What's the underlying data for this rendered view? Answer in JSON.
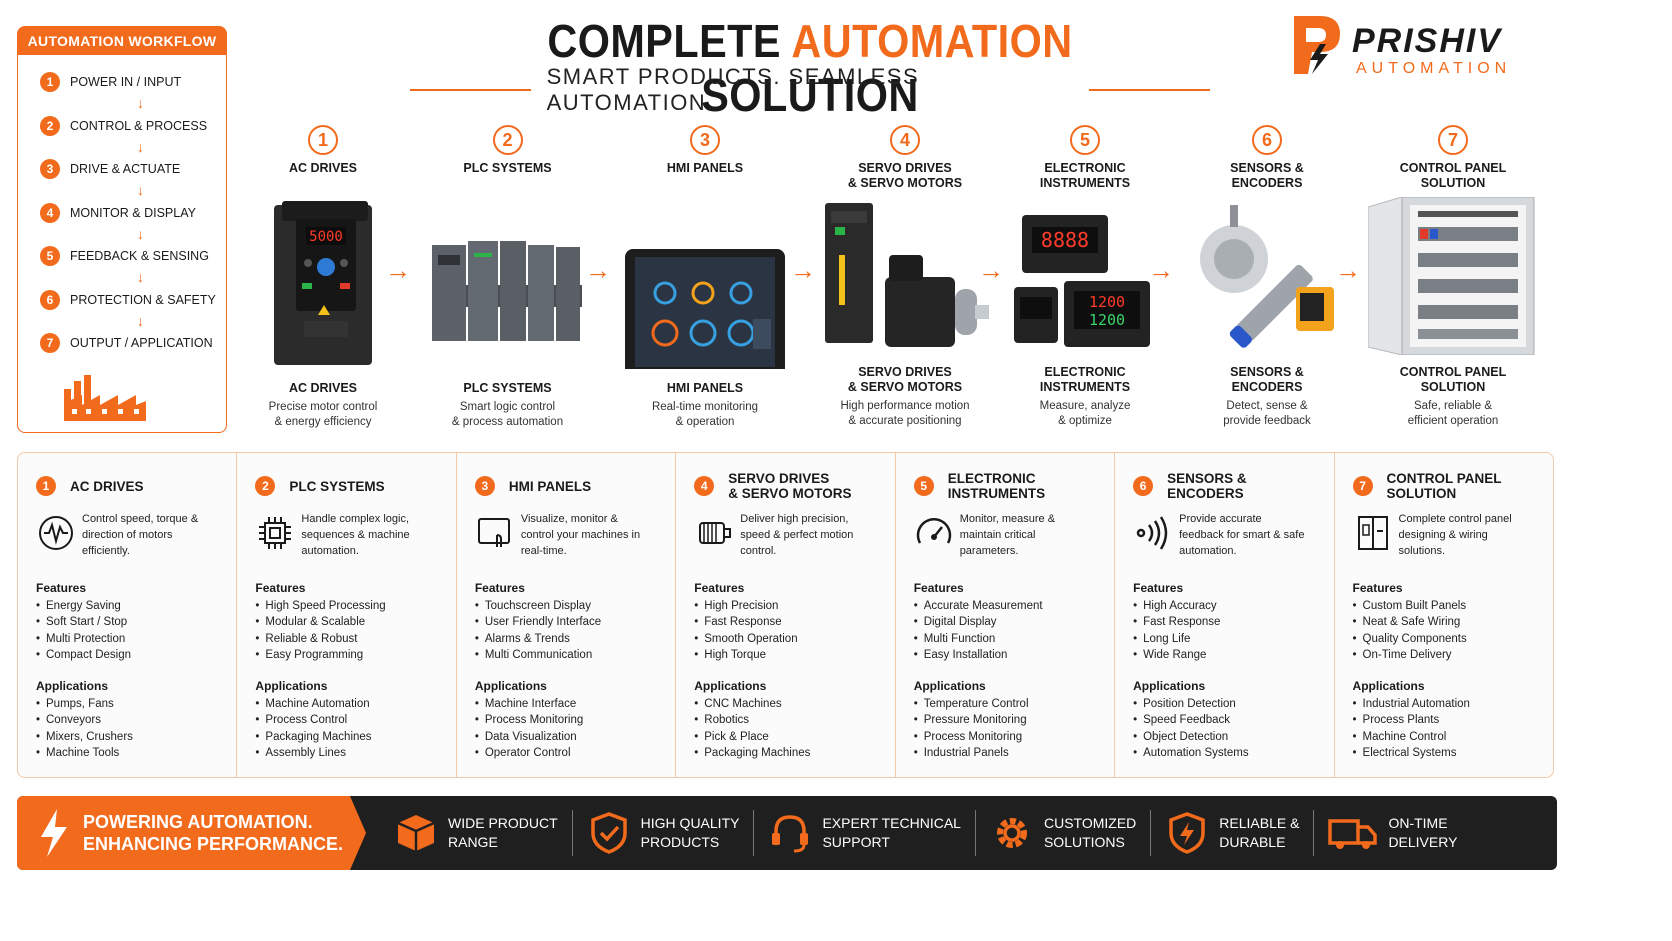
{
  "workflow": {
    "title": "AUTOMATION WORKFLOW",
    "steps": [
      {
        "num": "1",
        "label": "POWER IN / INPUT"
      },
      {
        "num": "2",
        "label": "CONTROL & PROCESS"
      },
      {
        "num": "3",
        "label": "DRIVE & ACTUATE"
      },
      {
        "num": "4",
        "label": "MONITOR & DISPLAY"
      },
      {
        "num": "5",
        "label": "FEEDBACK & SENSING"
      },
      {
        "num": "6",
        "label": "PROTECTION & SAFETY"
      },
      {
        "num": "7",
        "label": "OUTPUT / APPLICATION"
      }
    ],
    "arrow": "↓",
    "icon": "factory-icon"
  },
  "header": {
    "title_part1": "COMPLETE ",
    "title_part2": "AUTOMATION",
    "title_part3": " SOLUTION",
    "subtitle": "SMART PRODUCTS. SEAMLESS AUTOMATION."
  },
  "logo": {
    "brand": "PRISHIV",
    "sub": "AUTOMATION"
  },
  "colors": {
    "accent": "#f26a1b",
    "dark": "#1f1f1f",
    "border": "#f3c9a8"
  },
  "products": [
    {
      "num": "1",
      "title": "AC DRIVES",
      "name": "AC DRIVES",
      "desc": "Precise motor control\n& energy efficiency",
      "display": "5000"
    },
    {
      "num": "2",
      "title": "PLC SYSTEMS",
      "name": "PLC SYSTEMS",
      "desc": "Smart logic control\n& process automation",
      "brandmark": ""
    },
    {
      "num": "3",
      "title": "HMI PANELS",
      "name": "HMI PANELS",
      "desc": "Real-time monitoring\n& operation"
    },
    {
      "num": "4",
      "title": "SERVO DRIVES\n& SERVO MOTORS",
      "name": "SERVO DRIVES\n& SERVO MOTORS",
      "desc": "High performance motion\n& accurate positioning"
    },
    {
      "num": "5",
      "title": "ELECTRONIC\nINSTRUMENTS",
      "name": "ELECTRONIC\nINSTRUMENTS",
      "desc": "Measure, analyze\n& optimize",
      "displays": [
        "8888",
        "1200",
        "1200"
      ]
    },
    {
      "num": "6",
      "title": "SENSORS &\nENCODERS",
      "name": "SENSORS &\nENCODERS",
      "desc": "Detect, sense &\nprovide feedback"
    },
    {
      "num": "7",
      "title": "CONTROL PANEL\nSOLUTION",
      "name": "CONTROL PANEL\nSOLUTION",
      "desc": "Safe, reliable &\nefficient operation"
    }
  ],
  "cards": [
    {
      "num": "1",
      "title": "AC DRIVES",
      "icon": "waveform-icon",
      "desc": "Control speed, torque & direction of motors efficiently.",
      "features_label": "Features",
      "features": [
        "Energy Saving",
        "Soft Start / Stop",
        "Multi Protection",
        "Compact Design"
      ],
      "apps_label": "Applications",
      "apps": [
        "Pumps, Fans",
        "Conveyors",
        "Mixers, Crushers",
        "Machine Tools"
      ]
    },
    {
      "num": "2",
      "title": "PLC SYSTEMS",
      "icon": "chip-icon",
      "desc": "Handle complex logic, sequences & machine automation.",
      "features_label": "Features",
      "features": [
        "High Speed Processing",
        "Modular & Scalable",
        "Reliable & Robust",
        "Easy Programming"
      ],
      "apps_label": "Applications",
      "apps": [
        "Machine Automation",
        "Process Control",
        "Packaging Machines",
        "Assembly Lines"
      ]
    },
    {
      "num": "3",
      "title": "HMI PANELS",
      "icon": "touchscreen-icon",
      "desc": "Visualize, monitor & control your machines in real-time.",
      "features_label": "Features",
      "features": [
        "Touchscreen Display",
        "User Friendly Interface",
        "Alarms & Trends",
        "Multi Communication"
      ],
      "apps_label": "Applications",
      "apps": [
        "Machine Interface",
        "Process Monitoring",
        "Data Visualization",
        "Operator Control"
      ]
    },
    {
      "num": "4",
      "title": "SERVO DRIVES\n& SERVO MOTORS",
      "icon": "motor-icon",
      "desc": "Deliver high precision, speed & perfect motion control.",
      "features_label": "Features",
      "features": [
        "High Precision",
        "Fast Response",
        "Smooth Operation",
        "High Torque"
      ],
      "apps_label": "Applications",
      "apps": [
        "CNC Machines",
        "Robotics",
        "Pick & Place",
        "Packaging Machines"
      ]
    },
    {
      "num": "5",
      "title": "ELECTRONIC\nINSTRUMENTS",
      "icon": "gauge-icon",
      "desc": "Monitor, measure & maintain critical parameters.",
      "features_label": "Features",
      "features": [
        "Accurate Measurement",
        "Digital Display",
        "Multi Function",
        "Easy Installation"
      ],
      "apps_label": "Applications",
      "apps": [
        "Temperature Control",
        "Pressure Monitoring",
        "Process Monitoring",
        "Industrial Panels"
      ]
    },
    {
      "num": "6",
      "title": "SENSORS &\nENCODERS",
      "icon": "signal-icon",
      "desc": "Provide accurate feedback for smart & safe automation.",
      "features_label": "Features",
      "features": [
        "High Accuracy",
        "Fast Response",
        "Long Life",
        "Wide Range"
      ],
      "apps_label": "Applications",
      "apps": [
        "Position Detection",
        "Speed Feedback",
        "Object Detection",
        "Automation Systems"
      ]
    },
    {
      "num": "7",
      "title": "CONTROL PANEL\nSOLUTION",
      "icon": "panel-icon",
      "desc": "Complete control panel designing & wiring solutions.",
      "features_label": "Features",
      "features": [
        "Custom Built Panels",
        "Neat & Safe Wiring",
        "Quality Components",
        "On-Time Delivery"
      ],
      "apps_label": "Applications",
      "apps": [
        "Industrial Automation",
        "Process Plants",
        "Machine Control",
        "Electrical Systems"
      ]
    }
  ],
  "footer": {
    "lead": "POWERING AUTOMATION.\nENHANCING PERFORMANCE.",
    "items": [
      {
        "label": "WIDE PRODUCT\nRANGE",
        "icon": "box-icon"
      },
      {
        "label": "HIGH QUALITY\nPRODUCTS",
        "icon": "shield-check-icon"
      },
      {
        "label": "EXPERT TECHNICAL\nSUPPORT",
        "icon": "headset-icon"
      },
      {
        "label": "CUSTOMIZED\nSOLUTIONS",
        "icon": "gear-icon"
      },
      {
        "label": "RELIABLE &\nDURABLE",
        "icon": "shield-bolt-icon"
      },
      {
        "label": "ON-TIME\nDELIVERY",
        "icon": "truck-icon"
      }
    ]
  }
}
